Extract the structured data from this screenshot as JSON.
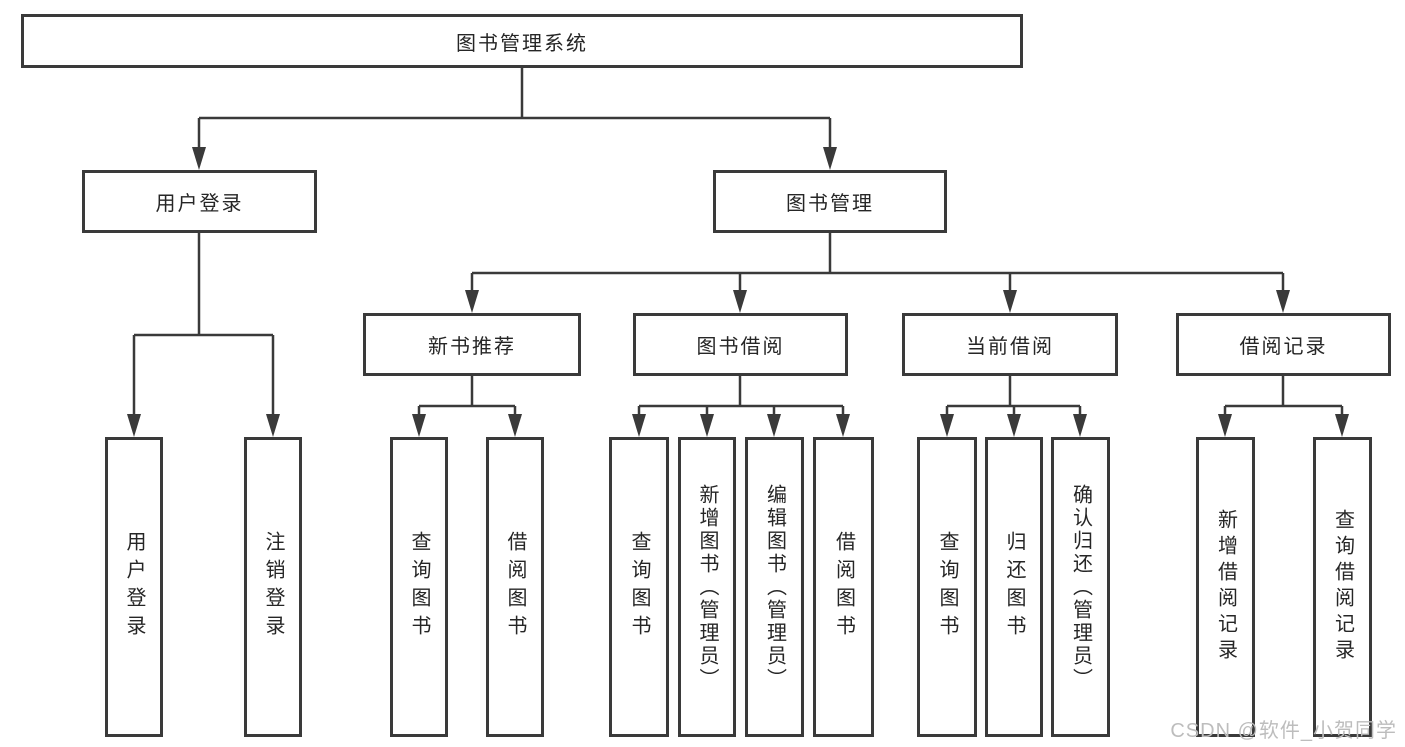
{
  "diagram": {
    "title": "图书管理系统",
    "branches": [
      {
        "label": "用户登录",
        "leaves": [
          "用户登录",
          "注销登录"
        ]
      },
      {
        "label": "图书管理",
        "children": [
          {
            "label": "新书推荐",
            "leaves": [
              "查询图书",
              "借阅图书"
            ]
          },
          {
            "label": "图书借阅",
            "leaves": [
              "查询图书",
              "新增图书（管理员）",
              "编辑图书（管理员）",
              "借阅图书"
            ]
          },
          {
            "label": "当前借阅",
            "leaves": [
              "查询图书",
              "归还图书",
              "确认归还（管理员）"
            ]
          },
          {
            "label": "借阅记录",
            "leaves": [
              "新增借阅记录",
              "查询借阅记录"
            ]
          }
        ]
      }
    ]
  },
  "watermark": {
    "text": "CSDN @软件_小贺同学"
  },
  "colors": {
    "line": "#3a3a3a",
    "box_border": "#3a3a3a",
    "text": "#262626",
    "watermark": "#bdbdbd",
    "background": "#ffffff"
  }
}
